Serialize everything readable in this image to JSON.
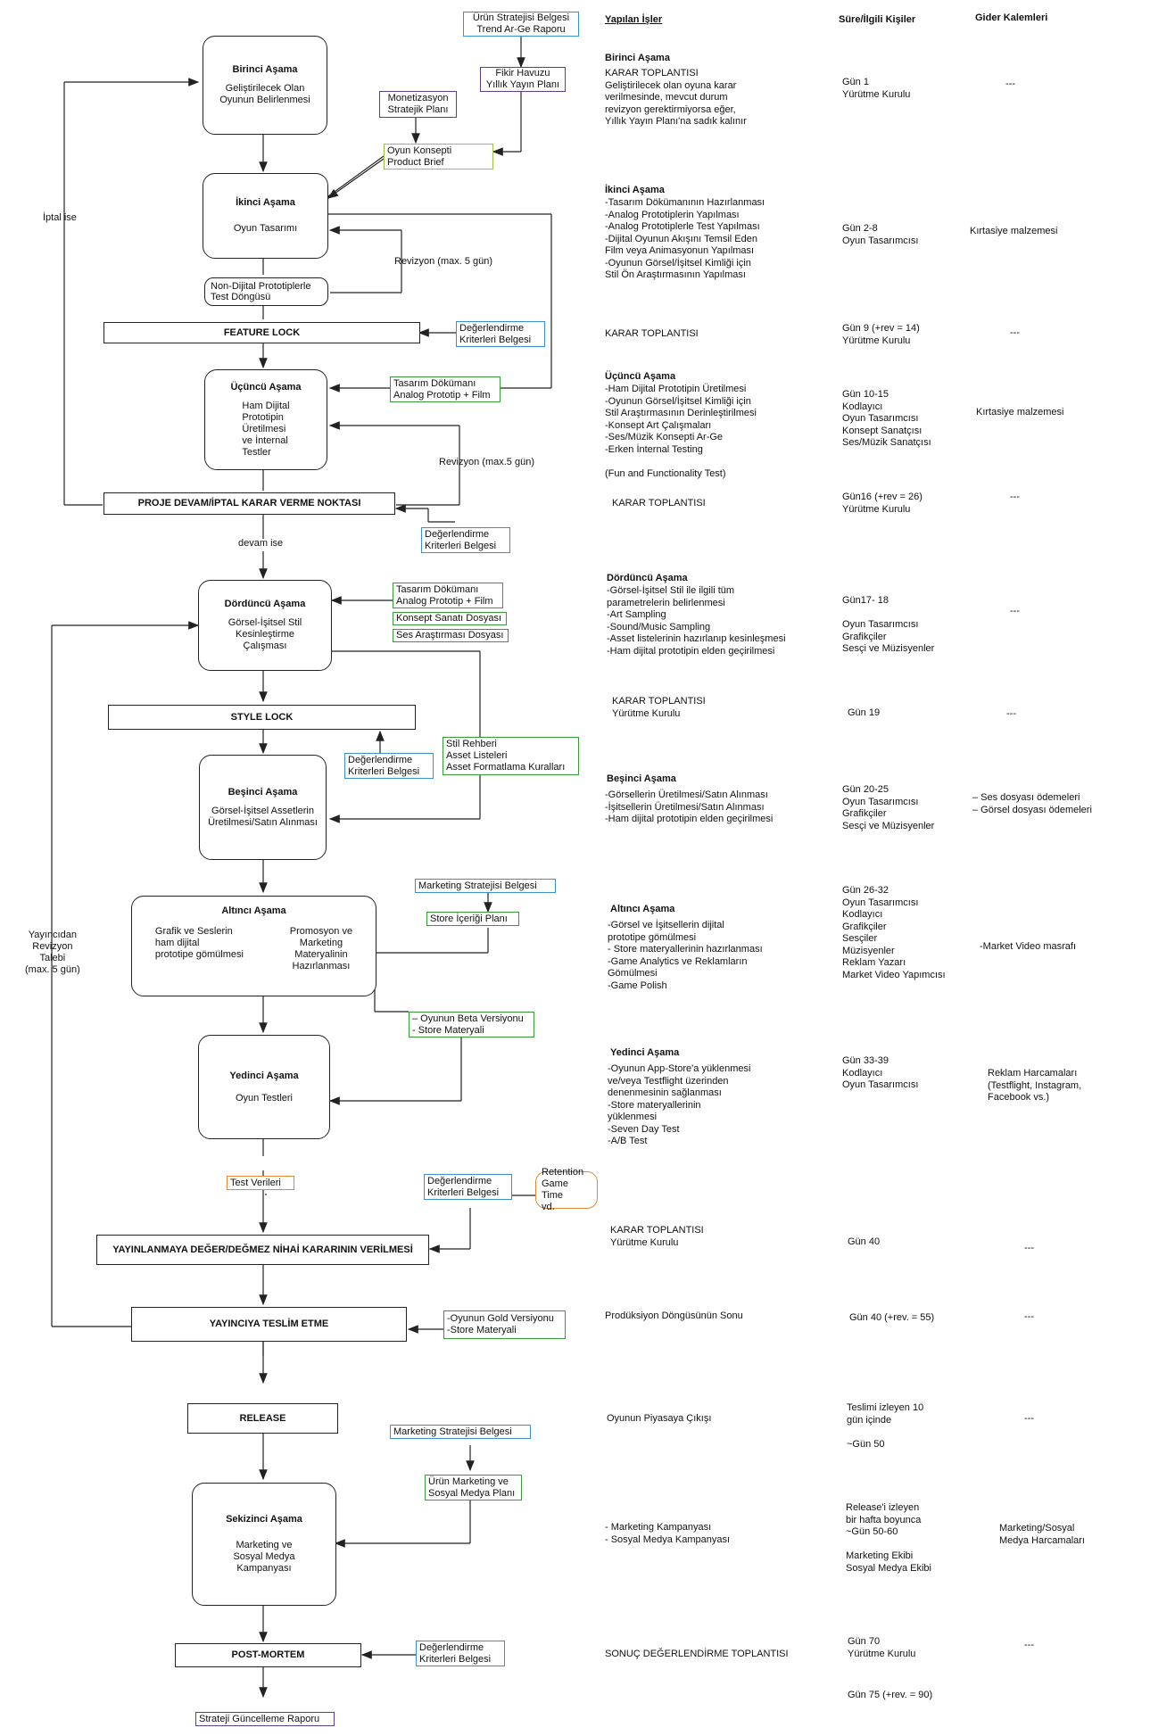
{
  "headers": {
    "activities": "Yapılan İşler",
    "duration": "Süre/İlgili Kişiler",
    "costs": "Gider Kalemleri"
  },
  "stages": {
    "s1": {
      "title": "Birinci Aşama",
      "sub": "Geliştirilecek Olan\nOyunun Belirlenmesi"
    },
    "s2": {
      "title": "İkinci Aşama",
      "sub": "Oyun Tasarımı"
    },
    "s3": {
      "title": "Üçüncü Aşama",
      "sub": "Ham Dijital\nPrototipin\nÜretilmesi\nve İnternal\nTestler"
    },
    "s4": {
      "title": "Dördüncü Aşama",
      "sub": "Görsel-İşitsel Stil\nKesinleştirme\nÇalışması"
    },
    "s5": {
      "title": "Beşinci Aşama",
      "sub": "Görsel-İşitsel Assetlerin\nÜretilmesi/Satın Alınması"
    },
    "s6": {
      "title": "Altıncı Aşama",
      "sub_left": "Grafik ve Seslerin\nham dijital\nprototipe gömülmesi",
      "sub_right": "Promosyon ve\nMarketing\nMateryalinin\nHazırlanması"
    },
    "s7": {
      "title": "Yedinci Aşama",
      "sub": "Oyun Testleri"
    },
    "s8": {
      "title": "Sekizinci Aşama",
      "sub": "Marketing ve\nSosyal Medya\nKampanyası"
    }
  },
  "gates": {
    "feature_lock": "FEATURE LOCK",
    "proje_devam": "PROJE DEVAM/İPTAL KARAR VERME NOKTASI",
    "style_lock": "STYLE LOCK",
    "yayinlanmaya": "YAYINLANMAYA  DEĞER/DEĞMEZ  NİHAİ KARARININ VERİLMESİ",
    "yayinciya": "YAYINCIYA TESLİM ETME",
    "release": "RELEASE",
    "post_mortem": "POST-MORTEM"
  },
  "docs": {
    "urun_strateji": "Ürün Stratejisi Belgesi\nTrend Ar-Ge Raporu",
    "fikir_havuzu": "Fikir Havuzu\nYıllık Yayın Planı",
    "monetizasyon": "Monetizasyon\nStratejik Planı",
    "oyun_konsepti": "Oyun Konsepti\nProduct Brief",
    "non_dijital": "Non-Dijital Prototiplerle\nTest Döngüsü",
    "degerlendirme1": "Değerlendirme\nKriterleri Belgesi",
    "tasarim_dok1": "Tasarım Dökümanı\nAnalog Prototip + Film",
    "degerlendirme2": "Değerlendirme\nKriterleri Belgesi",
    "tasarim_dok2": "Tasarım Dökümanı\nAnalog Prototip + Film",
    "konsept_sanati": "Konsept Sanatı Dosyası",
    "ses_arastirma": "Ses Araştırması Dosyası",
    "degerlendirme3": "Değerlendirme\nKriterleri Belgesi",
    "stil_rehberi": "Stil Rehberi\nAsset Listeleri\nAsset Formatlama Kuralları",
    "marketing_strateji1": "Marketing Stratejisi Belgesi",
    "store_icerigi": "Store İçeriği Planı",
    "beta": "– Oyunun Beta Versiyonu\n- Store Materyali",
    "test_verileri": "Test Verileri",
    "degerlendirme4": "Değerlendirme\nKriterleri Belgesi",
    "retention": "Retention\nGame Time\nvd.",
    "gold": "-Oyunun Gold Versiyonu\n-Store Materyali",
    "marketing_strateji2": "Marketing Stratejisi Belgesi",
    "urun_marketing": "Ürün Marketing ve\nSosyal Medya Planı",
    "degerlendirme5": "Değerlendirme\nKriterleri Belgesi",
    "strateji_guncelleme": "Strateji Güncelleme Raporu"
  },
  "labels": {
    "iptal_ise": "İptal ise",
    "revizyon1": "Revizyon  (max. 5 gün)",
    "revizyon2": "Revizyon  (max.5 gün)",
    "devam_ise": "devam ise",
    "yayincidan": "Yayıncıdan\nRevizyon\nTalebi\n(max. 5 gün)"
  },
  "activities": {
    "a1_title": "Birinci Aşama",
    "a1": "KARAR TOPLANTISI\nGeliştirilecek olan oyuna karar\nverilmesinde, mevcut durum\nrevizyon gerektirmiyorsa eğer,\nYıllık Yayın Planı'na sadık kalınır",
    "a2_title": "İkinci Aşama",
    "a2": "-Tasarım Dökümanının Hazırlanması\n-Analog Prototiplerin Yapılması\n-Analog Prototiplerle Test Yapılması\n-Dijital Oyunun Akışını Temsil Eden\nFilm veya Animasyonun Yapılması\n-Oyunun Görsel/İşitsel Kimliği için\nStil Ön Araştırmasının Yapılması",
    "a_fl": "KARAR TOPLANTISI",
    "a3_title": "Üçüncü Aşama",
    "a3": "-Ham Dijital Prototipin Üretilmesi\n-Oyunun Görsel/İşitsel Kimliği için\nStil Araştırmasının Derinleştirilmesi\n-Konsept Art Çalışmaları\n-Ses/Müzik Konsepti Ar-Ge\n-Erken İnternal Testing\n\n(Fun and Functionality Test)",
    "a_pd": "KARAR  TOPLANTISI",
    "a4_title": "Dördüncü Aşama",
    "a4": "-Görsel-İşitsel Stil ile ilgili tüm\nparametrelerin belirlenmesi\n -Art Sampling\n -Sound/Music Sampling\n -Asset listelerinin hazırlanıp kesinleşmesi\n -Ham dijital prototipin elden geçirilmesi",
    "a_sl": "KARAR TOPLANTISI\nYürütme Kurulu",
    "a5_title": "Beşinci Aşama",
    "a5": "-Görsellerin Üretilmesi/Satın Alınması\n-İşitsellerin Üretilmesi/Satın Alınması\n-Ham dijital prototipin elden geçirilmesi",
    "a6_title": "Altıncı Aşama",
    "a6": "-Görsel ve İşitsellerin dijital\nprototipe gömülmesi\n- Store materyallerinin hazırlanması\n-Game Analytics ve Reklamların\nGömülmesi\n-Game Polish",
    "a7_title": "Yedinci Aşama",
    "a7": "-Oyunun App-Store'a yüklenmesi\nve/veya Testflight üzerinden\ndenenmesinin sağlanması\n-Store materyallerinin\nyüklenmesi\n-Seven Day Test\n-A/B Test",
    "a_yn": "KARAR TOPLANTISI\nYürütme Kurulu",
    "a_yt": "Prodüksiyon Döngüsünün Sonu",
    "a_rel": "Oyunun Piyasaya Çıkışı",
    "a8": "- Marketing Kampanyası\n- Sosyal Medya Kampanyası",
    "a_pm": "SONUÇ DEĞERLENDİRME TOPLANTISI"
  },
  "durations": {
    "d1": "Gün 1\nYürütme Kurulu",
    "d2": "Gün 2-8\nOyun Tasarımcısı",
    "d_fl": "Gün 9  (+rev = 14)\nYürütme Kurulu",
    "d3": "Gün 10-15\nKodlayıcı\nOyun Tasarımcısı\nKonsept Sanatçısı\nSes/Müzik Sanatçısı",
    "d_pd": "Gün16  (+rev = 26)\nYürütme Kurulu",
    "d4": "Gün17- 18\n\nOyun Tasarımcısı\nGrafikçiler\nSesçi ve Müzisyenler",
    "d_sl": "Gün 19",
    "d5": "Gün 20-25\nOyun Tasarımcısı\nGrafikçiler\nSesçi ve Müzisyenler",
    "d6": "Gün 26-32\nOyun Tasarımcısı\nKodlayıcı\nGrafikçiler\nSesçiler\nMüzisyenler\nReklam Yazarı\nMarket Video Yapımcısı",
    "d7": "Gün 33-39\nKodlayıcı\nOyun Tasarımcısı",
    "d_yn": "Gün 40",
    "d_yt": "Gün 40 (+rev. = 55)",
    "d_rel": "Teslimi izleyen 10\ngün içinde\n\n~Gün 50",
    "d8": "Release'i izleyen\nbir hafta boyunca\n~Gün 50-60\n\nMarketing Ekibi\nSosyal Medya Ekibi",
    "d_pm": "Gün 70\nYürütme Kurulu",
    "d_end": "Gün 75  (+rev. = 90)"
  },
  "costs": {
    "c1": "---",
    "c2": "Kırtasiye malzemesi",
    "c_fl": "---",
    "c3": "Kırtasiye malzemesi",
    "c_pd": "---",
    "c4": "---",
    "c_sl": "---",
    "c5": "–  Ses dosyası ödemeleri\n–  Görsel dosyası ödemeleri",
    "c6": "-Market Video masrafı",
    "c7": "Reklam Harcamaları\n(Testflight, Instagram,\nFacebook vs.)",
    "c_yn": "---",
    "c_yt": "---",
    "c_rel": "---",
    "c8": "Marketing/Sosyal\nMedya Harcamaları",
    "c_pm": "---"
  }
}
